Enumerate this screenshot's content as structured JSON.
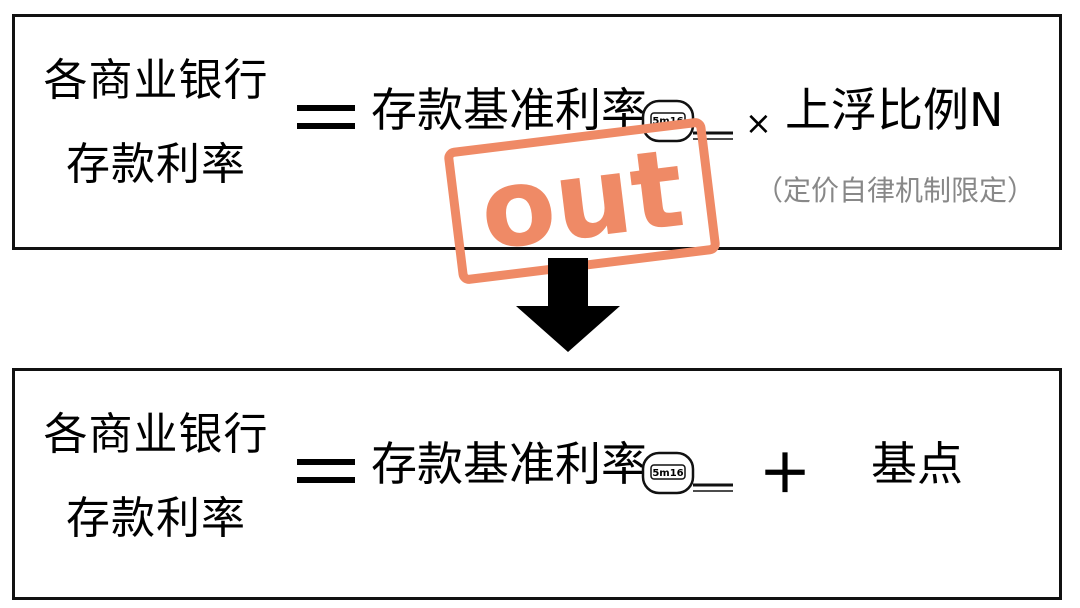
{
  "top_formula": {
    "lhs_line1": "各商业银行",
    "lhs_line2": "存款利率",
    "base_rate": "存款基准利率",
    "times_sign": "×",
    "factor": "上浮比例N",
    "note": "（定价自律机制限定）",
    "stamp_text": "out"
  },
  "bottom_formula": {
    "lhs_line1": "各商业银行",
    "lhs_line2": "存款利率",
    "base_rate": "存款基准利率",
    "plus_sign": "＋",
    "basis_points": "基点"
  },
  "tape_label": "5m16",
  "colors": {
    "stamp": "#ef8a66",
    "note_gray": "#888888",
    "border": "#111111"
  },
  "icons": {
    "tape": "tape-measure-icon",
    "arrow": "arrow-down-icon"
  }
}
